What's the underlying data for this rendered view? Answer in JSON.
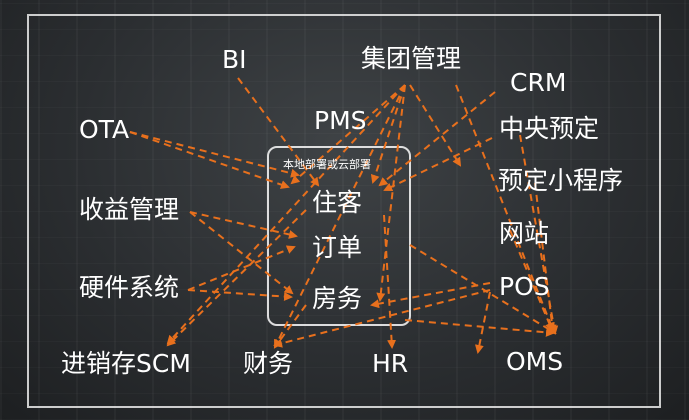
{
  "diagram": {
    "center_caption": "本地部署或云部署",
    "core_modules": [
      "住客",
      "订单",
      "房务"
    ],
    "systems": {
      "bi": "BI",
      "group_mgmt": "集团管理",
      "crm": "CRM",
      "ota": "OTA",
      "pms": "PMS",
      "central_booking": "中央预定",
      "booking_miniprogram": "预定小程序",
      "revenue_mgmt": "收益管理",
      "website": "网站",
      "hardware": "硬件系统",
      "pos": "POS",
      "scm": "进销存SCM",
      "finance": "财务",
      "hr": "HR",
      "oms": "OMS"
    },
    "colors": {
      "arrow": "#e8701d",
      "text": "#ffffff",
      "frame": "#ebebeb"
    }
  }
}
